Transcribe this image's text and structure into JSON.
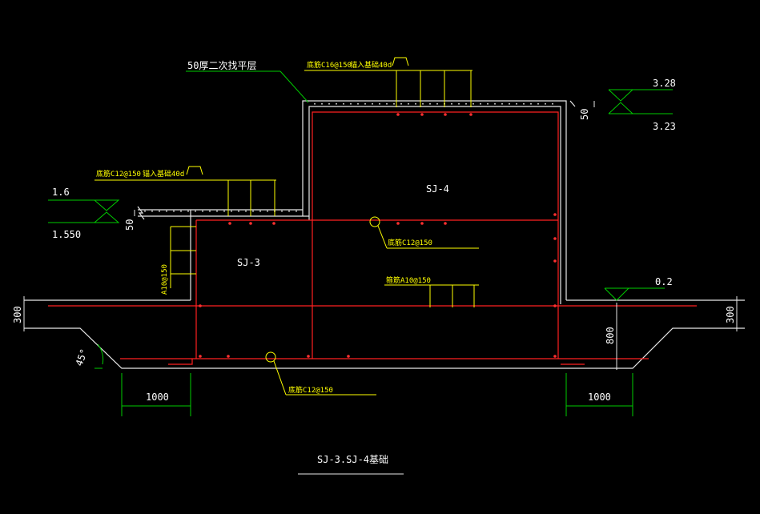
{
  "drawing": {
    "title": "SJ-3.SJ-4基础",
    "colors": {
      "background": "#000000",
      "outline": "#ffffff",
      "rebar": "#ff2020",
      "leader": "#ffff00",
      "dimension": "#00cc00"
    },
    "labels": {
      "top_note": "50厚二次找平层",
      "rebar_top_sj4": "底筋C16@150",
      "anchor_top": "锚入基础40d",
      "rebar_top_sj3": "底筋C12@150",
      "anchor_left": "锚入基础40d",
      "rebar_vertical": "A10@150",
      "rebar_mid": "底筋C12@150",
      "rebar_mid2": "箍筋A10@150",
      "rebar_bottom": "底筋C12@150",
      "sj3": "SJ-3",
      "sj4": "SJ-4"
    },
    "elevations": {
      "top_upper": "3.28",
      "top_lower": "3.23",
      "left_upper": "1.6",
      "left_lower": "1.550",
      "ground": "0.2"
    },
    "dimensions": {
      "slab_right": "50",
      "slab_left": "50",
      "bed_left": "300",
      "bed_right": "300",
      "depth": "800",
      "offset_left": "1000",
      "offset_right": "1000",
      "angle": "45°"
    }
  }
}
